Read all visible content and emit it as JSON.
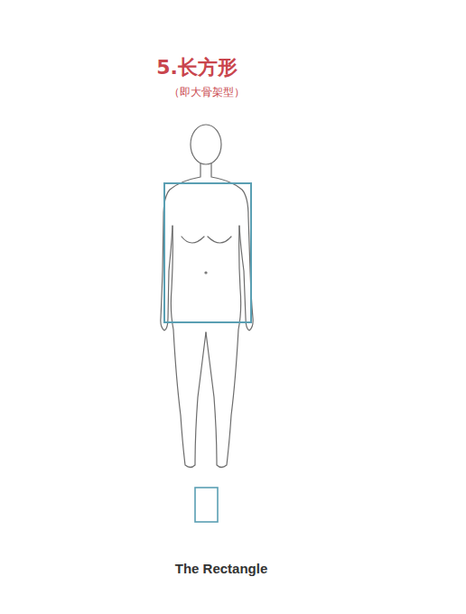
{
  "diagram": {
    "title": "5.长方形",
    "caption": "The Rectangle",
    "labels": [
      "（即大骨架型）"
    ]
  }
}
